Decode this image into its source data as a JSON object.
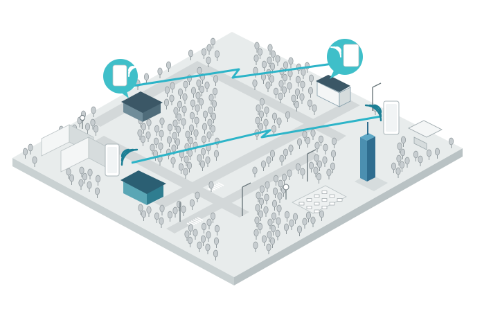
{
  "diagram": {
    "palette": {
      "background": "#ffffff",
      "ground_top": "#e8ecec",
      "ground_side_left": "#c9d1d2",
      "ground_side_right": "#b9c2c4",
      "road": "#d3d8d9",
      "road_line": "#ffffff",
      "tree_fill": "#c7cdd0",
      "tree_stroke": "#8e979b",
      "building_light": "#f4f6f6",
      "building_shade": "#d6dcdd",
      "building_dark": "#4f6c7a",
      "accent": "#3fbfc9",
      "accent_dark": "#1b7f95",
      "link": "#2cb4c8",
      "device": "#ffffff",
      "tower": "#2f6d8f"
    },
    "icons": {
      "access_point": "outdoor-access-point-icon",
      "wifi": "wifi-signal-icon",
      "link": "wireless-link-icon",
      "tree": "tree-icon",
      "building": "building-icon",
      "streetlight": "streetlight-icon",
      "sign": "road-sign-icon"
    },
    "sites": [
      {
        "id": "house-west",
        "kind": "house",
        "highlight": false
      },
      {
        "id": "office-northeast",
        "kind": "office",
        "highlight": false
      },
      {
        "id": "tower-east",
        "kind": "tower",
        "highlight": true
      },
      {
        "id": "house-southwest",
        "kind": "house",
        "highlight": true
      }
    ],
    "links": [
      {
        "from": "house-west",
        "to": "office-northeast"
      },
      {
        "from": "house-southwest",
        "to": "tower-east"
      }
    ]
  }
}
